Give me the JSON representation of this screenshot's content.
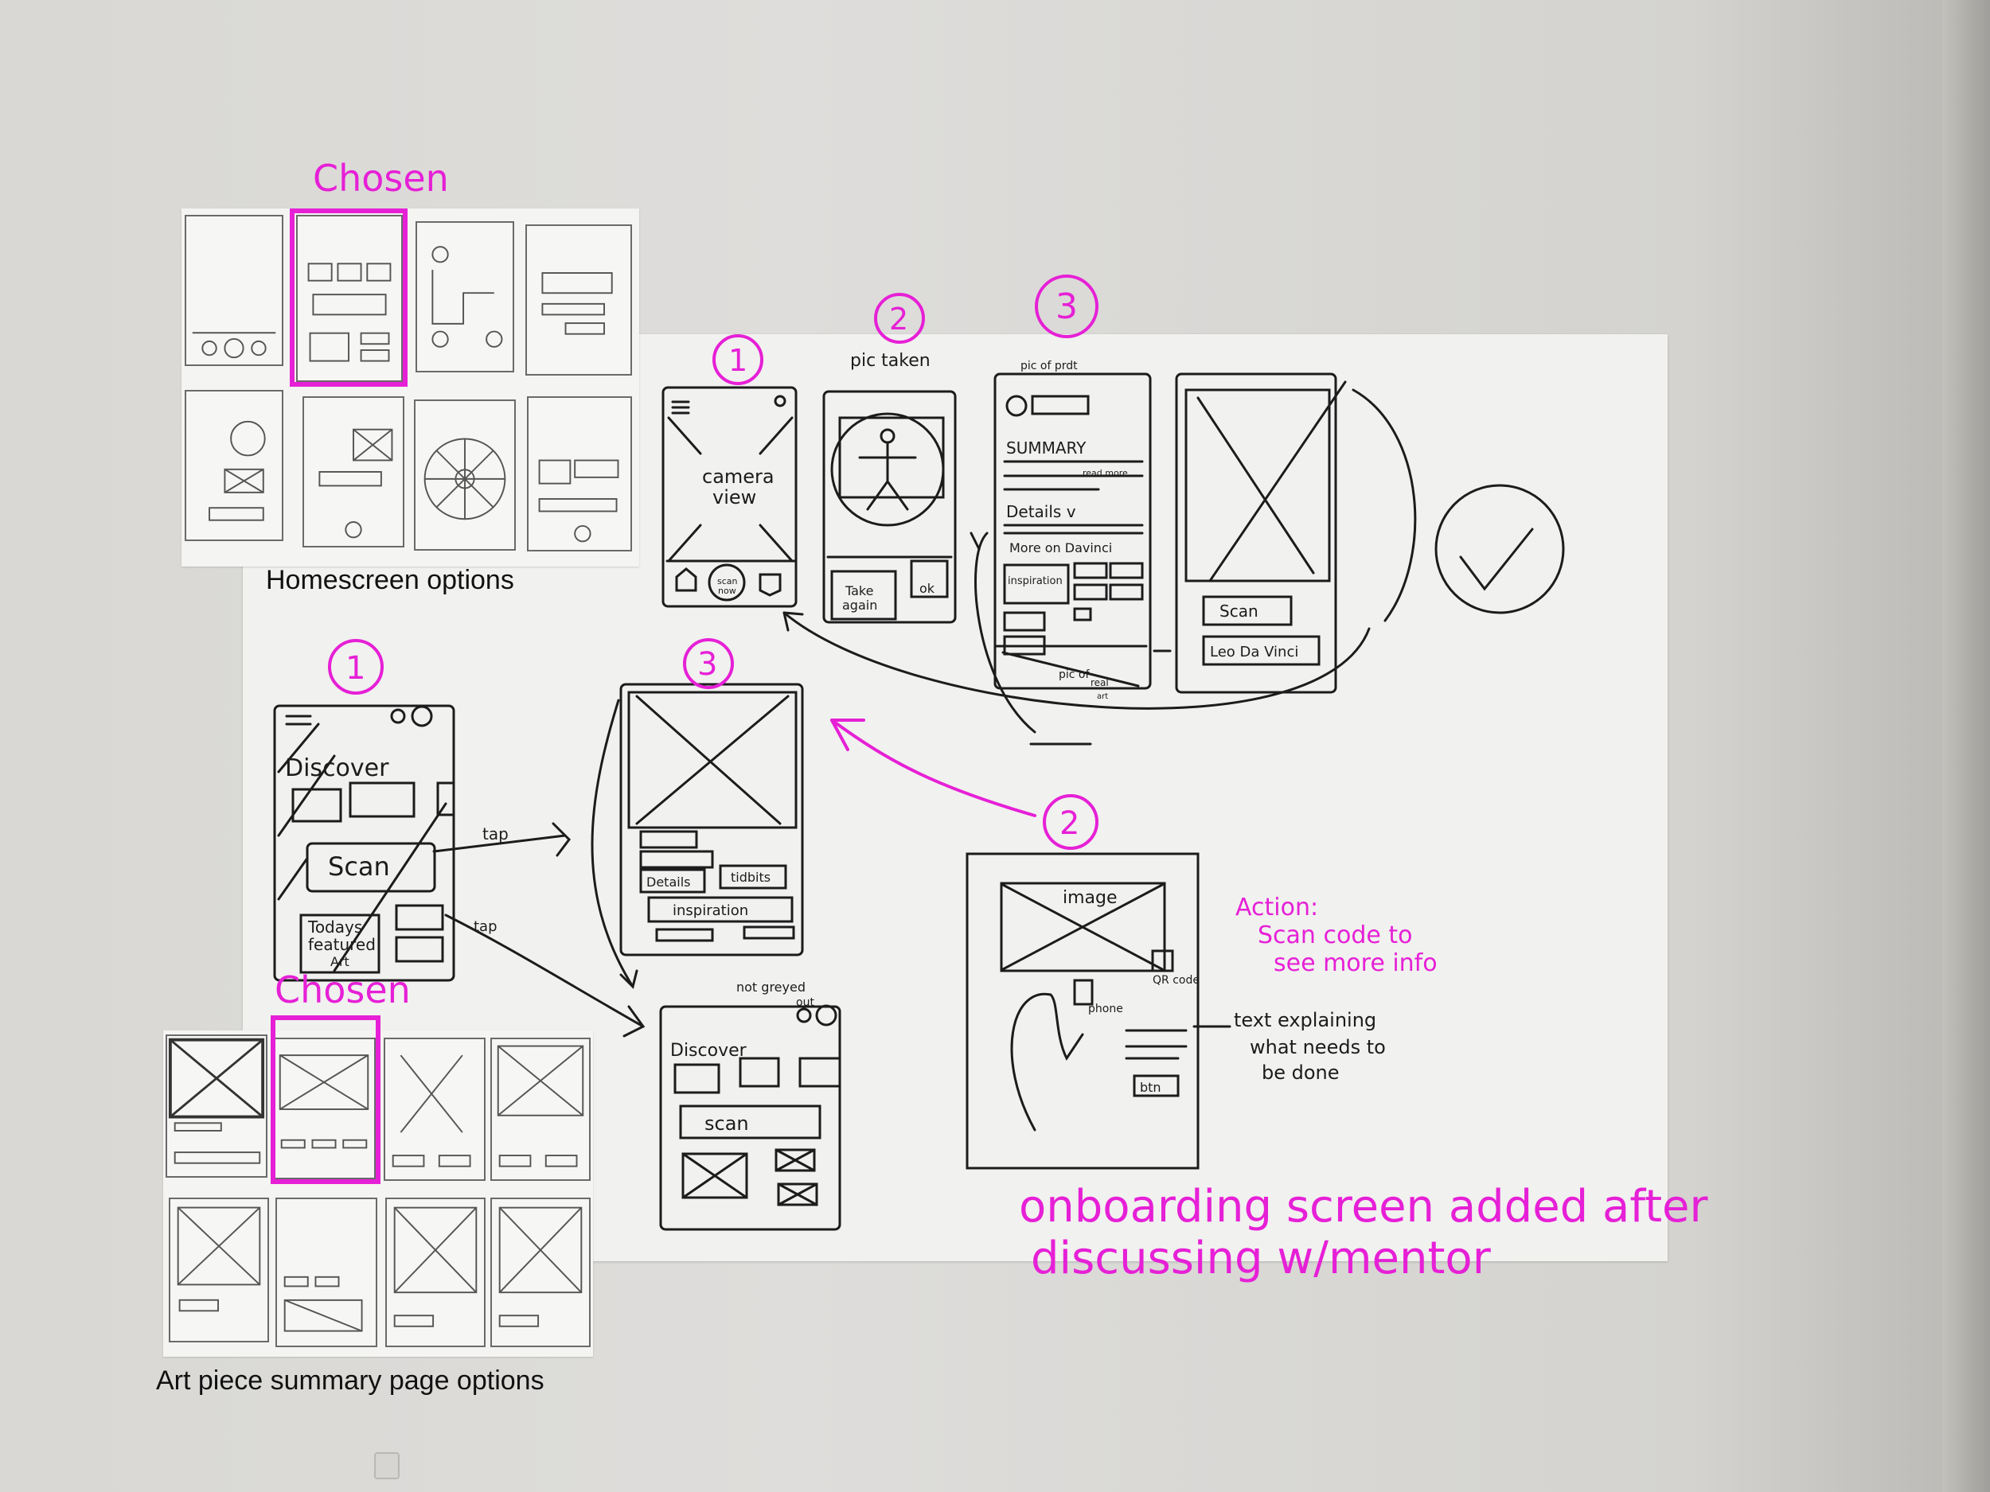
{
  "captions": {
    "homescreen": "Homescreen options",
    "summary": "Art piece summary page options"
  },
  "notes": {
    "chosen_top": "Chosen",
    "chosen_bottom": "Chosen",
    "action_line1": "Action:",
    "action_line2": "Scan code to",
    "action_line3": "see more info",
    "onboarding_line1": "onboarding screen added after",
    "onboarding_line2": "discussing w/mentor",
    "text_explaining_1": "text explaining",
    "text_explaining_2": "what needs to",
    "text_explaining_3": "be done",
    "pic_taken": "pic taken",
    "pic_of_prdt": "pic of prdt",
    "not_greyed_out_1": "not greyed",
    "not_greyed_out_2": "out",
    "tap_1": "tap",
    "tap_2": "tap"
  },
  "flow": {
    "num_1a": "1",
    "num_2a": "2",
    "num_3a": "3",
    "num_1b": "1",
    "num_3b": "3",
    "num_2b": "2",
    "camera_view_1": "camera",
    "camera_view_2": "view",
    "scan_now_1": "scan",
    "scan_now_2": "now",
    "take_again_1": "Take",
    "take_again_2": "again",
    "ok": "ok",
    "summary": "SUMMARY",
    "read_more": "read more",
    "details": "Details v",
    "more_on": "More on Davinci",
    "inspiration": "inspiration",
    "pic_of_real_art_1": "pic of",
    "pic_of_real_art_2": "real",
    "pic_of_real_art_3": "art",
    "scan_btn": "Scan",
    "leo_btn": "Leo Da Vinci",
    "discover": "Discover",
    "scan": "Scan",
    "todays_1": "Todays",
    "todays_2": "featured",
    "todays_3": "Art",
    "details_btn": "Details",
    "tidbits_btn": "tidbits",
    "inspiration_btn": "inspiration",
    "discover_2": "Discover",
    "scan_2": "scan",
    "image": "image",
    "qr_code": "QR code",
    "phone": "phone",
    "btn": "btn"
  },
  "colors": {
    "highlight": "#e620d6",
    "ink": "#1c1c1c",
    "paper": "#f1f1ef",
    "wall": "#dedddb"
  }
}
